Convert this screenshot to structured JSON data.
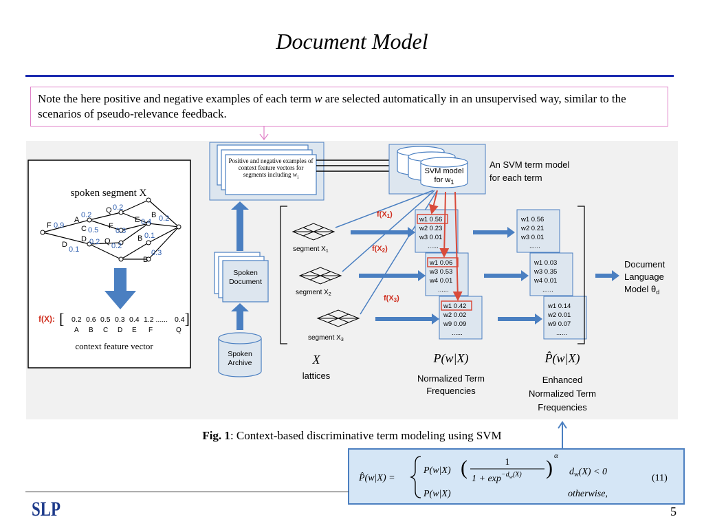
{
  "slide": {
    "title": "Document Model",
    "note_before": "Note the here positive and negative examples of each term ",
    "note_var": "w",
    "note_after": " are selected automatically in an unsupervised way, similar to the scenarios of pseudo-relevance feedback.",
    "page_number": "5"
  },
  "figure": {
    "left_panel": {
      "title": "spoken segment X",
      "lattice_labels": [
        "F",
        "0.9",
        "A",
        "0.2",
        "C",
        "0.5",
        "D",
        "0.2",
        "D",
        "0.1",
        "Q",
        "0.2",
        "F",
        "0.3",
        "Q",
        "0.2",
        "E",
        "0.4",
        "B",
        "0.2",
        "B",
        "0.1",
        "B",
        "0.3"
      ],
      "fx_label": "f(X):",
      "vector_values": [
        "0.2",
        "0.6",
        "0.5",
        "0.3",
        "0.4",
        "1.2 ......",
        "0.4"
      ],
      "vector_letters": [
        "A",
        "B",
        "C",
        "D",
        "E",
        "F",
        "Q"
      ],
      "vector_title": "context feature vector"
    },
    "examples_box": "Positive and negative examples of context feature vectors for segments including w",
    "examples_sub": "i",
    "svm_cylinder": "SVM model for w",
    "svm_sub": "1",
    "svm_desc_line1": "An SVM term model",
    "svm_desc_line2": "for each term",
    "spoken_document": "Spoken Document",
    "spoken_archive": "Spoken Archive",
    "segments": [
      "segment X",
      "segment X",
      "segment X"
    ],
    "segment_subs": [
      "1",
      "2",
      "3"
    ],
    "f_labels": [
      "f(X",
      "f(X",
      "f(X"
    ],
    "p_tables": [
      [
        "w1 0.56",
        "w2 0.23",
        "w3 0.01",
        "......"
      ],
      [
        "w1 0.06",
        "w3 0.53",
        "w4 0.01",
        "......"
      ],
      [
        "w1 0.42",
        "w2 0.02",
        "w9 0.09",
        "......"
      ]
    ],
    "e_tables": [
      [
        "w1 0.56",
        "w2 0.21",
        "w3 0.01",
        "......"
      ],
      [
        "w1 0.03",
        "w3 0.35",
        "w4 0.01",
        "......"
      ],
      [
        "w1 0.14",
        "w2 0.01",
        "w9 0.07",
        "......"
      ]
    ],
    "doc_lm_line1": "Document",
    "doc_lm_line2": "Language",
    "doc_lm_line3": "Model θ",
    "doc_lm_sub": "d",
    "x_symbol": "X",
    "lattices_label": "lattices",
    "p_symbol": "P(w|X)",
    "p_label_line1": "Normalized Term",
    "p_label_line2": "Frequencies",
    "phat_symbol": "P̂(w|X)",
    "phat_label_line1": "Enhanced",
    "phat_label_line2": "Normalized Term",
    "phat_label_line3": "Frequencies"
  },
  "caption": {
    "prefix": "Fig. 1",
    "text": ": Context-based discriminative term modeling using SVM"
  },
  "formula": {
    "lhs": "P̂(w|X) =",
    "case1_expr": "P(w|X)",
    "frac_num": "1",
    "frac_den": "1 + exp",
    "exp_sup": "−d",
    "exp_sup_sub": "w",
    "exp_sup_tail": "(X)",
    "alpha": "α",
    "cond1": "d",
    "cond1_sub": "w",
    "cond1_tail": "(X) < 0",
    "case2_expr": "P(w|X)",
    "cond2": "otherwise,",
    "eq_number": "(11)"
  },
  "logo_text": "SLP",
  "colors": {
    "rule": "#1d2cb0",
    "note_border": "#e080c8",
    "formula_bg": "#d5e6f6",
    "formula_border": "#4c7fc0",
    "arrow_blue": "#4a7fc1",
    "arrow_red": "#d94a3a",
    "blue_text": "#3060b0"
  }
}
